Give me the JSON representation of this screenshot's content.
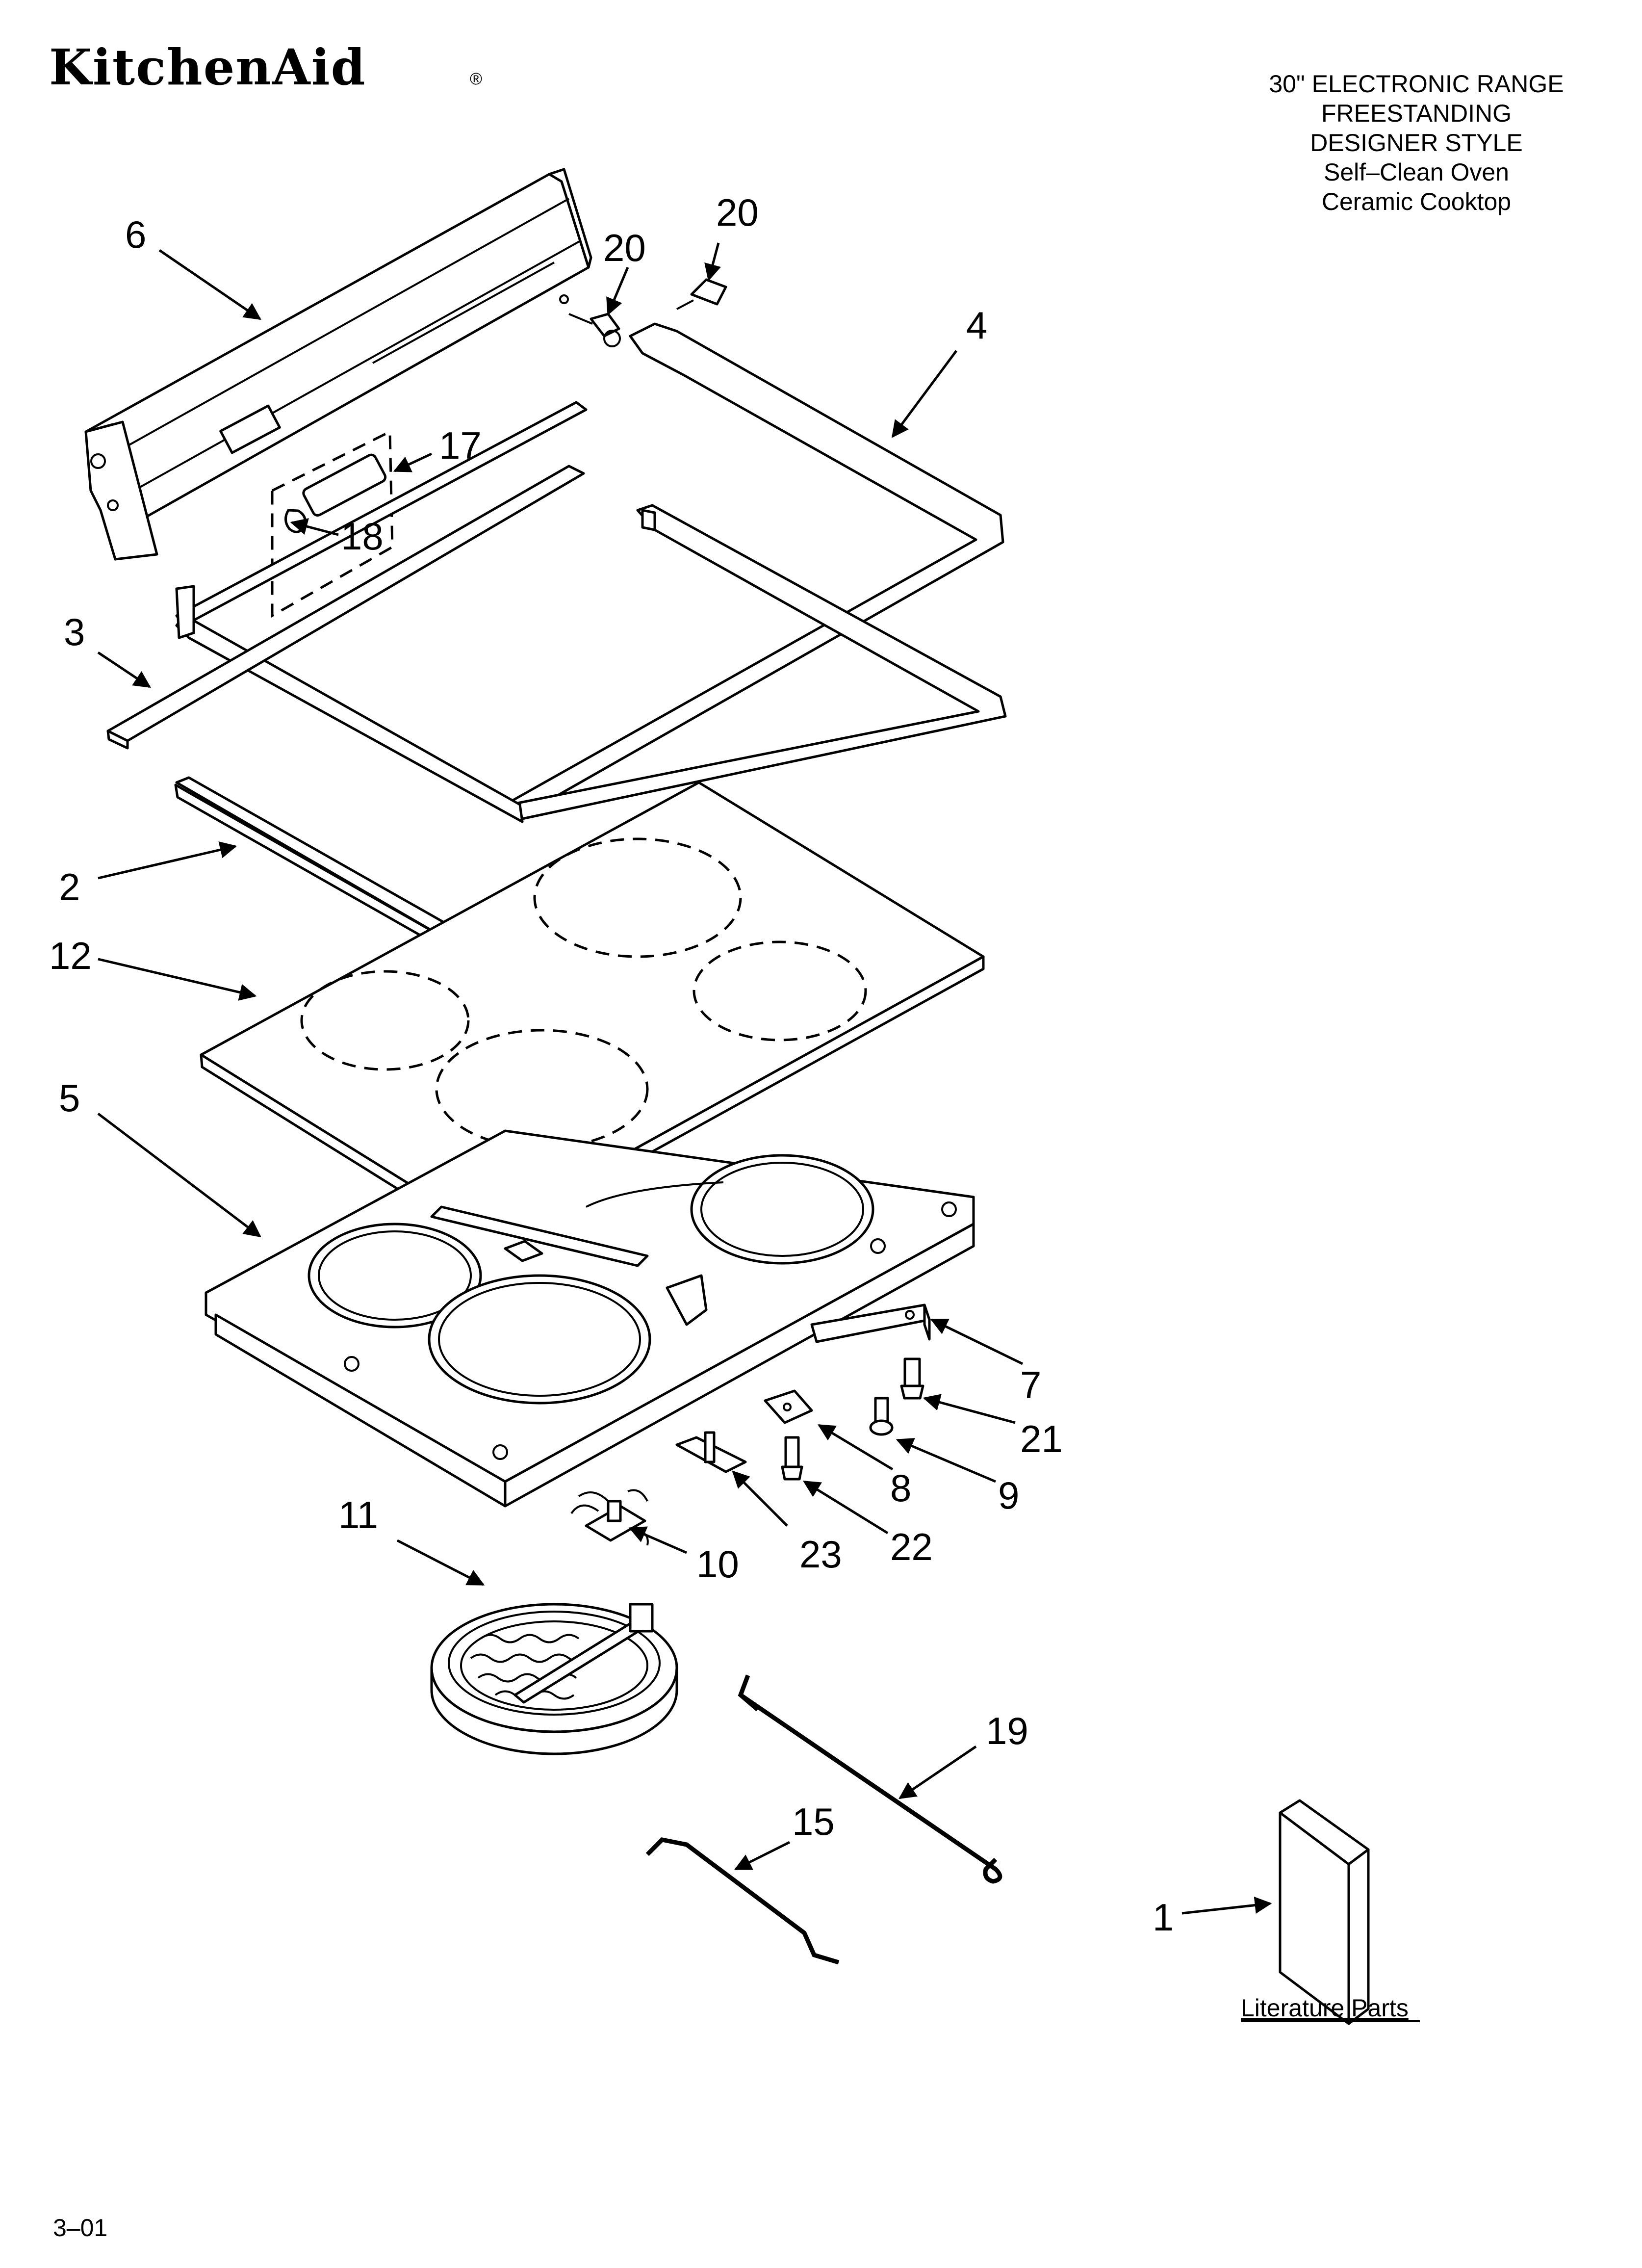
{
  "brand": {
    "name": "KitchenAid",
    "registered_mark": "®"
  },
  "header": {
    "lines": [
      "30\" ELECTRONIC RANGE",
      "FREESTANDING",
      "DESIGNER STYLE",
      "Self–Clean Oven",
      "Ceramic Cooktop"
    ]
  },
  "callouts": {
    "c1": "1",
    "c2": "2",
    "c3": "3",
    "c4": "4",
    "c5": "5",
    "c6": "6",
    "c7": "7",
    "c8": "8",
    "c9": "9",
    "c10": "10",
    "c11": "11",
    "c12": "12",
    "c15": "15",
    "c17": "17",
    "c18": "18",
    "c19": "19",
    "c20a": "20",
    "c20b": "20",
    "c21": "21",
    "c22": "22",
    "c23": "23"
  },
  "literature_label": "Literature Parts",
  "footer": {
    "page_code": "3–01"
  },
  "colors": {
    "line": "#000000",
    "background": "#ffffff"
  }
}
